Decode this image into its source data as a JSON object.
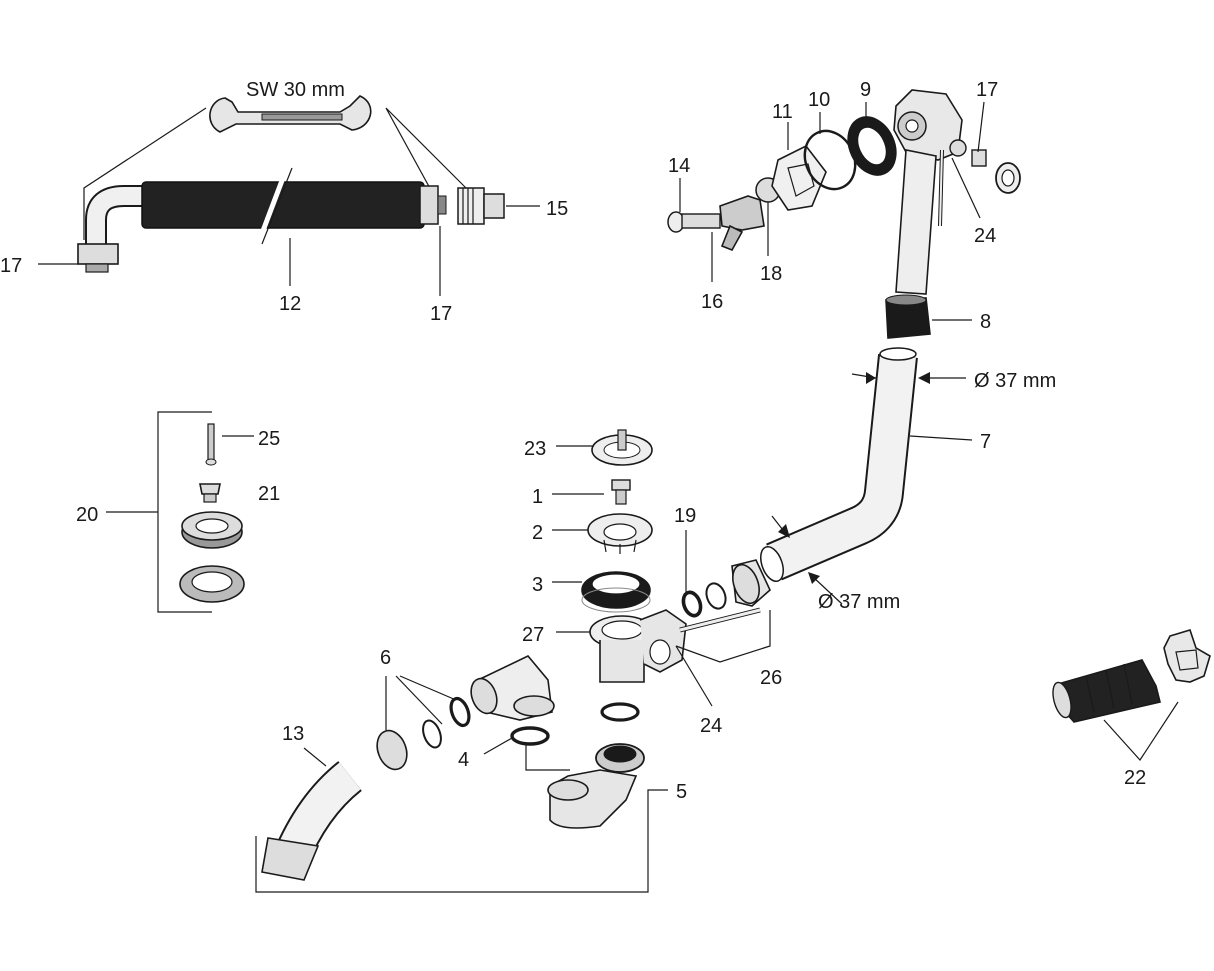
{
  "diagram": {
    "wrench_label": "SW 30 mm",
    "diameter_upper": "Ø 37 mm",
    "diameter_lower": "Ø 37 mm",
    "colors": {
      "ink": "#1a1a1a",
      "part_fill": "#e6e6e6",
      "part_dark": "#333333",
      "hose": "#222222"
    },
    "callouts": {
      "c1": "1",
      "c2": "2",
      "c3": "3",
      "c4": "4",
      "c5": "5",
      "c6": "6",
      "c7": "7",
      "c8": "8",
      "c9": "9",
      "c10": "10",
      "c11": "11",
      "c12": "12",
      "c13": "13",
      "c14": "14",
      "c15": "15",
      "c16": "16",
      "c17a": "17",
      "c17b": "17",
      "c17c": "17",
      "c18": "18",
      "c19": "19",
      "c20": "20",
      "c21": "21",
      "c22": "22",
      "c23": "23",
      "c24a": "24",
      "c24b": "24",
      "c25": "25",
      "c26": "26",
      "c27": "27"
    }
  }
}
